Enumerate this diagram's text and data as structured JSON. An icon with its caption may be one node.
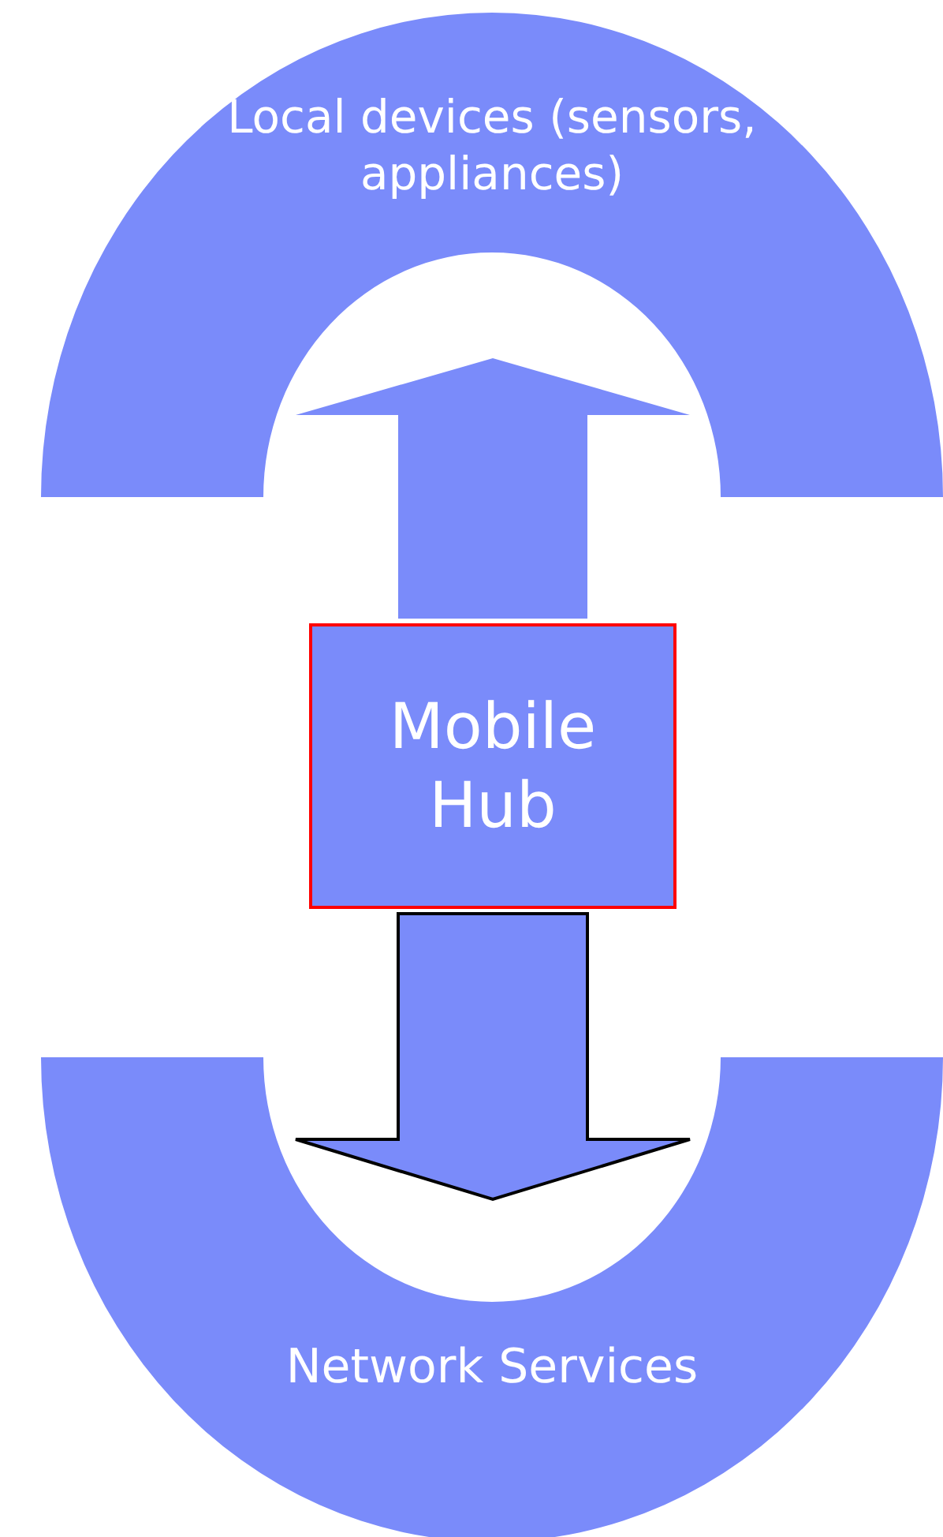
{
  "diagram": {
    "nodes": [
      {
        "text": [
          "Local devices (sensors, appliances)"
        ]
      },
      {
        "text": [
          "Mobile Hub"
        ]
      },
      {
        "text": [
          "Network Services"
        ]
      }
    ],
    "edges": [
      {
        "from": 1,
        "to": 0,
        "arrow": "to"
      },
      {
        "from": 1,
        "to": 2,
        "arrow": "to",
        "color": "#000000"
      }
    ]
  }
}
